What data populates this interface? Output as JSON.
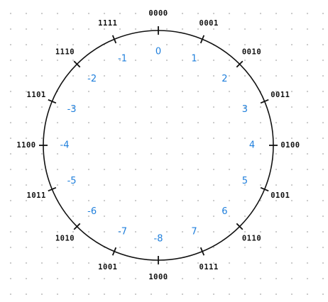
{
  "colors": {
    "ink": "#111111",
    "accent": "#1f7fdc"
  },
  "positions": [
    {
      "bits": "0000",
      "value": "0"
    },
    {
      "bits": "0001",
      "value": "1"
    },
    {
      "bits": "0010",
      "value": "2"
    },
    {
      "bits": "0011",
      "value": "3"
    },
    {
      "bits": "0100",
      "value": "4"
    },
    {
      "bits": "0101",
      "value": "5"
    },
    {
      "bits": "0110",
      "value": "6"
    },
    {
      "bits": "0111",
      "value": "7"
    },
    {
      "bits": "1000",
      "value": "-8"
    },
    {
      "bits": "1001",
      "value": "-7"
    },
    {
      "bits": "1010",
      "value": "-6"
    },
    {
      "bits": "1011",
      "value": "-5"
    },
    {
      "bits": "1100",
      "value": "-4"
    },
    {
      "bits": "1101",
      "value": "-3"
    },
    {
      "bits": "1110",
      "value": "-2"
    },
    {
      "bits": "1111",
      "value": "-1"
    }
  ]
}
